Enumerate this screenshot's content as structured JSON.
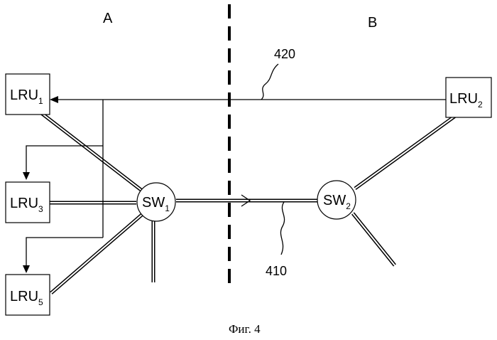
{
  "zones": {
    "left": "A",
    "right": "B"
  },
  "units": [
    {
      "base": "LRU",
      "sub": "1"
    },
    {
      "base": "LRU",
      "sub": "2"
    },
    {
      "base": "LRU",
      "sub": "3"
    },
    {
      "base": "LRU",
      "sub": "5"
    }
  ],
  "switches": [
    {
      "base": "SW",
      "sub": "1"
    },
    {
      "base": "SW",
      "sub": "2"
    }
  ],
  "refs": {
    "link_top": "420",
    "link_bottom": "410"
  },
  "caption": "Фиг. 4"
}
